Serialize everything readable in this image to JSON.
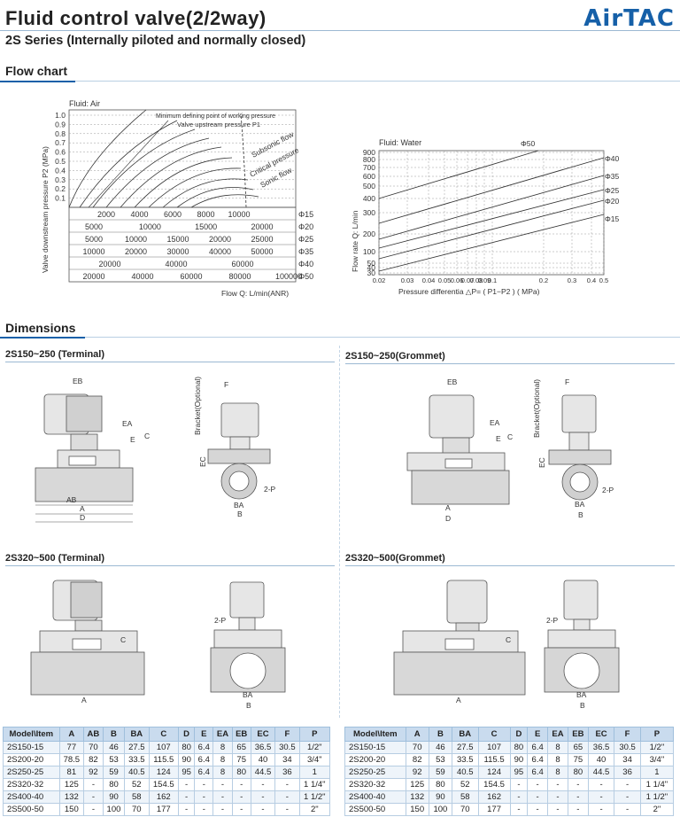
{
  "header": {
    "title": "Fluid control valve(2/2way)",
    "subtitle": "2S Series (Internally piloted and normally closed)",
    "brand": "AirTAC"
  },
  "flow_section": {
    "title": "Flow chart",
    "air_chart": {
      "fluid_label": "Fluid: Air",
      "ylabel": "Valve downstream pressure P2 (MPa)",
      "y_ticks": [
        "1.0",
        "0.9",
        "0.8",
        "0.7",
        "0.6",
        "0.5",
        "0.4",
        "0.3",
        "0.2",
        "0.1"
      ],
      "annotations": {
        "min_point": "Minimum defining point of working pressure",
        "upstream": "Valve upstream pressure P1",
        "subsonic": "Subsonic flow",
        "critical": "Critical pressure",
        "sonic": "Sonic flow"
      },
      "scale_rows": [
        {
          "label": "Φ15",
          "ticks": [
            "2000",
            "4000",
            "6000",
            "8000",
            "10000"
          ]
        },
        {
          "label": "Φ20",
          "ticks": [
            "5000",
            "10000",
            "15000",
            "20000"
          ]
        },
        {
          "label": "Φ25",
          "ticks": [
            "5000",
            "10000",
            "15000",
            "20000",
            "25000"
          ]
        },
        {
          "label": "Φ35",
          "ticks": [
            "10000",
            "20000",
            "30000",
            "40000",
            "50000"
          ]
        },
        {
          "label": "Φ40",
          "ticks": [
            "20000",
            "40000",
            "60000"
          ]
        },
        {
          "label": "Φ50",
          "ticks": [
            "20000",
            "40000",
            "60000",
            "80000",
            "100000"
          ]
        }
      ],
      "xlabel": "Flow Q: L/min(ANR)"
    },
    "water_chart": {
      "fluid_label": "Fluid: Water",
      "ylabel": "Flow rate Q: L/min",
      "y_ticks": [
        "900",
        "800",
        "700",
        "600",
        "500",
        "400",
        "300",
        "200",
        "100",
        "50",
        "40",
        "30"
      ],
      "x_ticks": [
        "0.02",
        "0.03",
        "0.04",
        "0.05",
        "0.06",
        "0.07",
        "0.08",
        "0.09",
        "0.1",
        "0.2",
        "0.3",
        "0.4",
        "0.5"
      ],
      "xlabel": "Pressure differentia  △P= ( P1−P2 )    ( MPa)",
      "series": [
        "Φ50",
        "Φ40",
        "Φ35",
        "Φ25",
        "Φ20",
        "Φ15"
      ]
    }
  },
  "dimensions_section": {
    "title": "Dimensions",
    "drawings": [
      {
        "title": "2S150~250 (Terminal)"
      },
      {
        "title": "2S150~250(Grommet)"
      },
      {
        "title": "2S320~500 (Terminal)"
      },
      {
        "title": "2S320~500(Grommet)"
      }
    ],
    "dim_labels": {
      "EB": "EB",
      "EA": "EA",
      "E": "E",
      "C": "C",
      "AB": "AB",
      "A": "A",
      "D": "D",
      "F": "F",
      "BA": "BA",
      "B": "B",
      "EC": "EC",
      "P": "2-P",
      "bracket": "Bracket(Optional)"
    }
  },
  "table_left": {
    "columns": [
      "Model\\Item",
      "A",
      "AB",
      "B",
      "BA",
      "C",
      "D",
      "E",
      "EA",
      "EB",
      "EC",
      "F",
      "P"
    ],
    "rows": [
      [
        "2S150-15",
        "77",
        "70",
        "46",
        "27.5",
        "107",
        "80",
        "6.4",
        "8",
        "65",
        "36.5",
        "30.5",
        "1/2\""
      ],
      [
        "2S200-20",
        "78.5",
        "82",
        "53",
        "33.5",
        "115.5",
        "90",
        "6.4",
        "8",
        "75",
        "40",
        "34",
        "3/4\""
      ],
      [
        "2S250-25",
        "81",
        "92",
        "59",
        "40.5",
        "124",
        "95",
        "6.4",
        "8",
        "80",
        "44.5",
        "36",
        "1"
      ],
      [
        "2S320-32",
        "125",
        "-",
        "80",
        "52",
        "154.5",
        "-",
        "-",
        "-",
        "-",
        "-",
        "-",
        "1 1/4\""
      ],
      [
        "2S400-40",
        "132",
        "-",
        "90",
        "58",
        "162",
        "-",
        "-",
        "-",
        "-",
        "-",
        "-",
        "1 1/2\""
      ],
      [
        "2S500-50",
        "150",
        "-",
        "100",
        "70",
        "177",
        "-",
        "-",
        "-",
        "-",
        "-",
        "-",
        "2\""
      ]
    ]
  },
  "table_right": {
    "columns": [
      "Model\\Item",
      "A",
      "B",
      "BA",
      "C",
      "D",
      "E",
      "EA",
      "EB",
      "EC",
      "F",
      "P"
    ],
    "rows": [
      [
        "2S150-15",
        "70",
        "46",
        "27.5",
        "107",
        "80",
        "6.4",
        "8",
        "65",
        "36.5",
        "30.5",
        "1/2\""
      ],
      [
        "2S200-20",
        "82",
        "53",
        "33.5",
        "115.5",
        "90",
        "6.4",
        "8",
        "75",
        "40",
        "34",
        "3/4\""
      ],
      [
        "2S250-25",
        "92",
        "59",
        "40.5",
        "124",
        "95",
        "6.4",
        "8",
        "80",
        "44.5",
        "36",
        "1"
      ],
      [
        "2S320-32",
        "125",
        "80",
        "52",
        "154.5",
        "-",
        "-",
        "-",
        "-",
        "-",
        "-",
        "1 1/4\""
      ],
      [
        "2S400-40",
        "132",
        "90",
        "58",
        "162",
        "-",
        "-",
        "-",
        "-",
        "-",
        "-",
        "1 1/2\""
      ],
      [
        "2S500-50",
        "150",
        "100",
        "70",
        "177",
        "-",
        "-",
        "-",
        "-",
        "-",
        "-",
        "2\""
      ]
    ]
  }
}
